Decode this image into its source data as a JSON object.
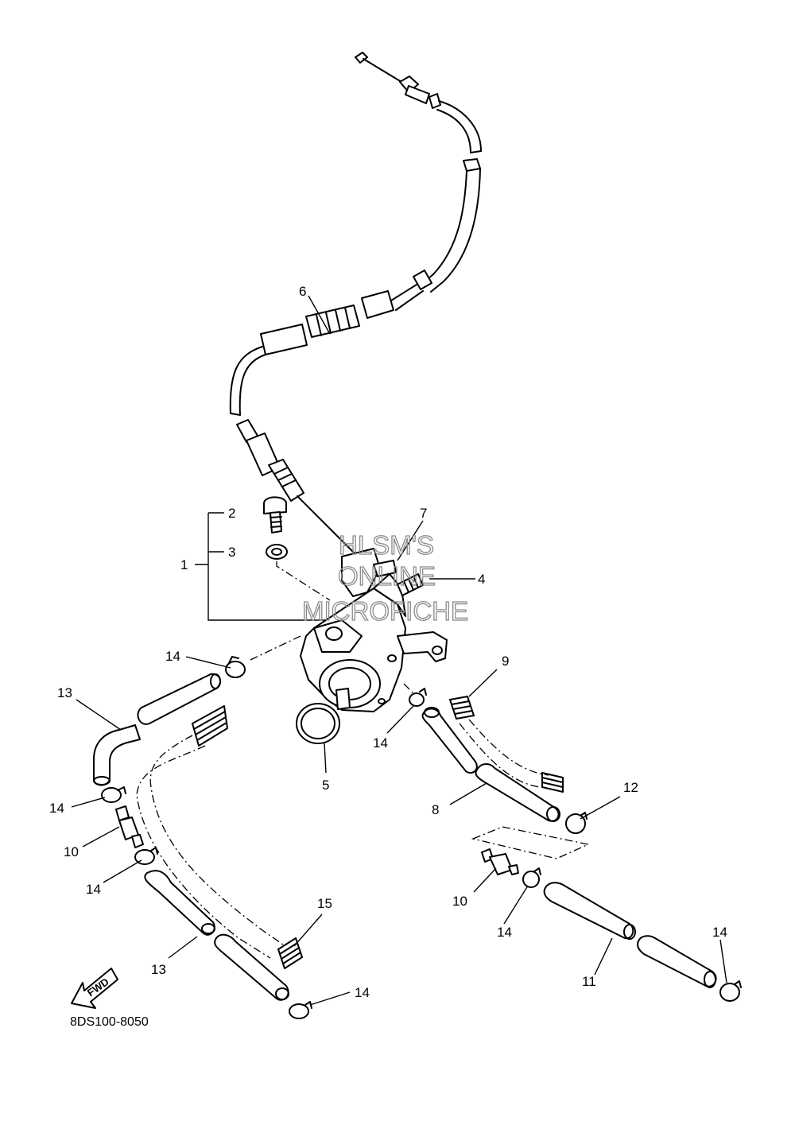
{
  "diagram_code": "8DS100-8050",
  "fwd_label": "FWD",
  "watermark": [
    "HLSM'S",
    "ONLINE",
    "MICROFICHE"
  ],
  "callouts": {
    "c1": "1",
    "c2": "2",
    "c3": "3",
    "c4": "4",
    "c5": "5",
    "c6": "6",
    "c7": "7",
    "c8": "8",
    "c9": "9",
    "c10a": "10",
    "c10b": "10",
    "c11": "11",
    "c12": "12",
    "c13a": "13",
    "c13b": "13",
    "c14a": "14",
    "c14b": "14",
    "c14c": "14",
    "c14d": "14",
    "c14e": "14",
    "c14f": "14",
    "c14g": "14",
    "c15": "15"
  }
}
